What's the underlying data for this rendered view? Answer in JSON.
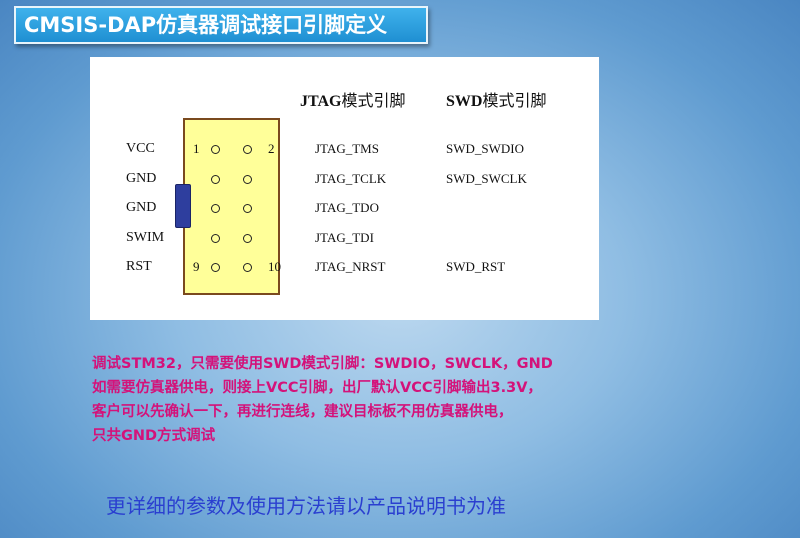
{
  "title": "CMSIS-DAP仿真器调试接口引脚定义",
  "headers": {
    "jtag_bold": "JTAG",
    "jtag_rest": "模式引脚",
    "swd_bold": "SWD",
    "swd_rest": "模式引脚"
  },
  "pins": [
    {
      "label": "VCC",
      "left_num": "1",
      "right_num": "2",
      "jtag": "JTAG_TMS",
      "swd": "SWD_SWDIO"
    },
    {
      "label": "GND",
      "left_num": "",
      "right_num": "",
      "jtag": "JTAG_TCLK",
      "swd": "SWD_SWCLK"
    },
    {
      "label": "GND",
      "left_num": "",
      "right_num": "",
      "jtag": "JTAG_TDO",
      "swd": ""
    },
    {
      "label": "SWIM",
      "left_num": "",
      "right_num": "",
      "jtag": "JTAG_TDI",
      "swd": ""
    },
    {
      "label": "RST",
      "left_num": "9",
      "right_num": "10",
      "jtag": "JTAG_NRST",
      "swd": "SWD_RST"
    }
  ],
  "note_lines": [
    "调试STM32，只需要使用SWD模式引脚：SWDIO，SWCLK，GND",
    "如需要仿真器供电，则接上VCC引脚，出厂默认VCC引脚输出3.3V，",
    "客户可以先确认一下，再进行连线，建议目标板不用仿真器供电，",
    "只共GND方式调试"
  ],
  "footer": "更详细的参数及使用方法请以产品说明书为准",
  "colors": {
    "title_bg": "#1f8fd2",
    "note": "#d4127a",
    "footer": "#2a3fd0",
    "connector": "#ffff99",
    "key": "#2e3e9e"
  }
}
